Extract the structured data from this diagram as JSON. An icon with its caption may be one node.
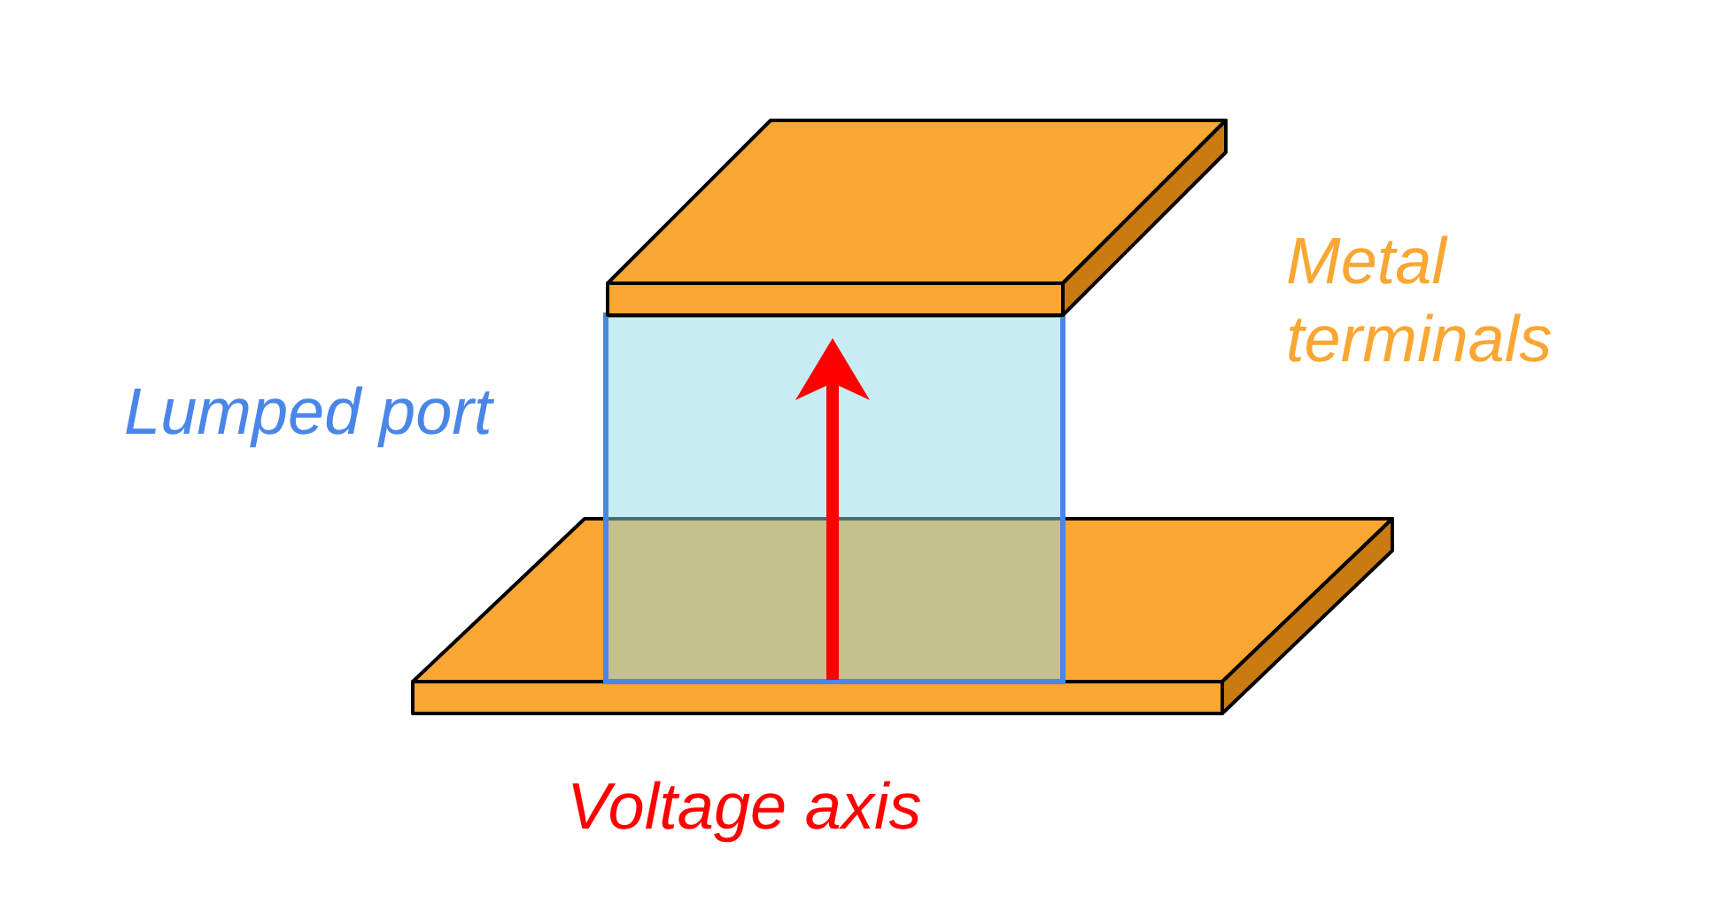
{
  "diagram": {
    "labels": [
      "Metal terminals",
      "Lumped port",
      "Voltage axis"
    ]
  }
}
